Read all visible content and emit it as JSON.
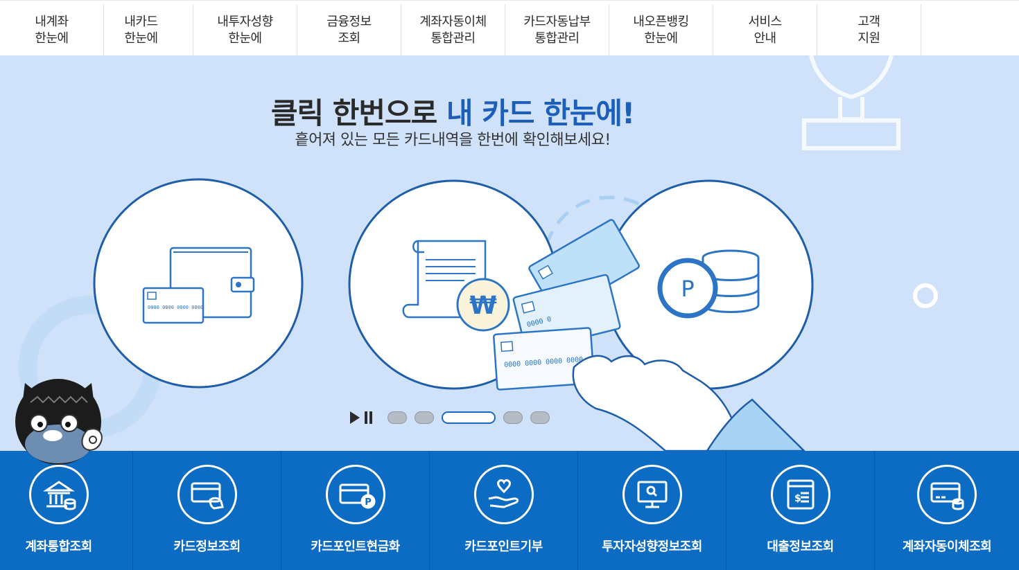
{
  "nav": [
    {
      "label": "내계좌\n한눈에"
    },
    {
      "label": "내카드\n한눈에"
    },
    {
      "label": "내투자성향\n한눈에"
    },
    {
      "label": "금융정보\n조회"
    },
    {
      "label": "계좌자동이체\n통합관리"
    },
    {
      "label": "카드자동납부\n통합관리"
    },
    {
      "label": "내오픈뱅킹\n한눈에"
    },
    {
      "label": "서비스\n안내"
    },
    {
      "label": "고객\n지원"
    }
  ],
  "banner": {
    "headline_prefix": "클릭 한번으로 ",
    "headline_highlight": "내 카드 한눈에!",
    "subline": "흩어져 있는 모든 카드내역을 한번에 확인해보세요!",
    "card_numbers": "0000 0000 0000 0000",
    "slides_total": 5,
    "active_slide": 3
  },
  "quick_menu": [
    {
      "label": "계좌통합조회",
      "icon": "bank-icon"
    },
    {
      "label": "카드정보조회",
      "icon": "card-lookup-icon"
    },
    {
      "label": "카드포인트현금화",
      "icon": "card-point-icon"
    },
    {
      "label": "카드포인트기부",
      "icon": "heart-hand-icon"
    },
    {
      "label": "투자자성향정보조회",
      "icon": "monitor-search-icon"
    },
    {
      "label": "대출정보조회",
      "icon": "loan-document-icon"
    },
    {
      "label": "계좌자동이체조회",
      "icon": "auto-transfer-icon"
    }
  ],
  "colors": {
    "banner_bg": "#cfe2fa",
    "accent_blue": "#1c5fba",
    "quick_menu_bg": "#0c6bc2"
  }
}
